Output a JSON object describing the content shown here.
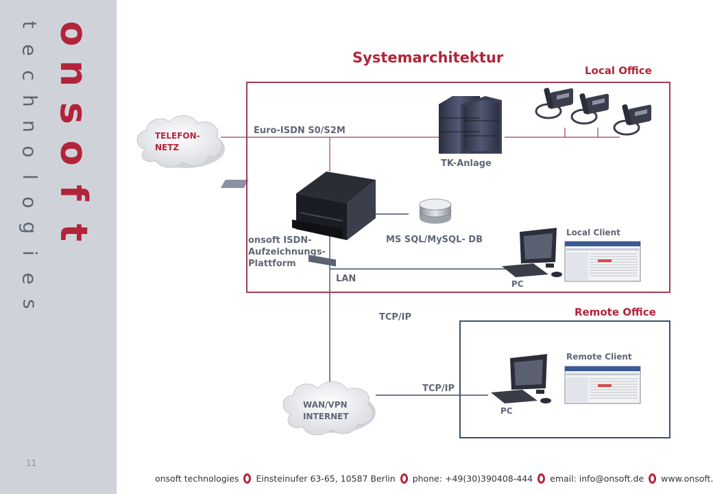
{
  "brand": {
    "line1": [
      "o",
      "n",
      "s",
      "o",
      "f",
      "t"
    ],
    "line2": [
      "t",
      "e",
      "c",
      "h",
      "n",
      "o",
      "l",
      "o",
      "g",
      "i",
      "e",
      "s"
    ]
  },
  "page_number": "11",
  "title": "Systemarchitektur",
  "local_office": "Local Office",
  "remote_office": "Remote Office",
  "labels": {
    "telefon": "TELEFON-\nNETZ",
    "euro_isdn": "Euro-ISDN S0/S2M",
    "tk_anlage": "TK-Anlage",
    "platform": "onsoft ISDN-\nAufzeichnungs-\nPlattform",
    "db": "MS SQL/MySQL- DB",
    "local_client": "Local Client",
    "pc_local": "PC",
    "lan": "LAN",
    "tcpip1": "TCP/IP",
    "remote_client": "Remote Client",
    "tcpip2": "TCP/IP",
    "wan": "WAN/VPN\nINTERNET",
    "pc_remote": "PC"
  },
  "footer": {
    "company": "onsoft technologies",
    "address": "Einsteinufer 63-65, 10587 Berlin",
    "phone": "phone: +49(30)390408-444",
    "email": "email: info@onsoft.de",
    "web": "www.onsoft.de"
  },
  "colors": {
    "accent": "#b2243a",
    "line_red": "#a43b52",
    "line_blue": "#3d4f6e",
    "sidebar": "#cfd3d9"
  }
}
